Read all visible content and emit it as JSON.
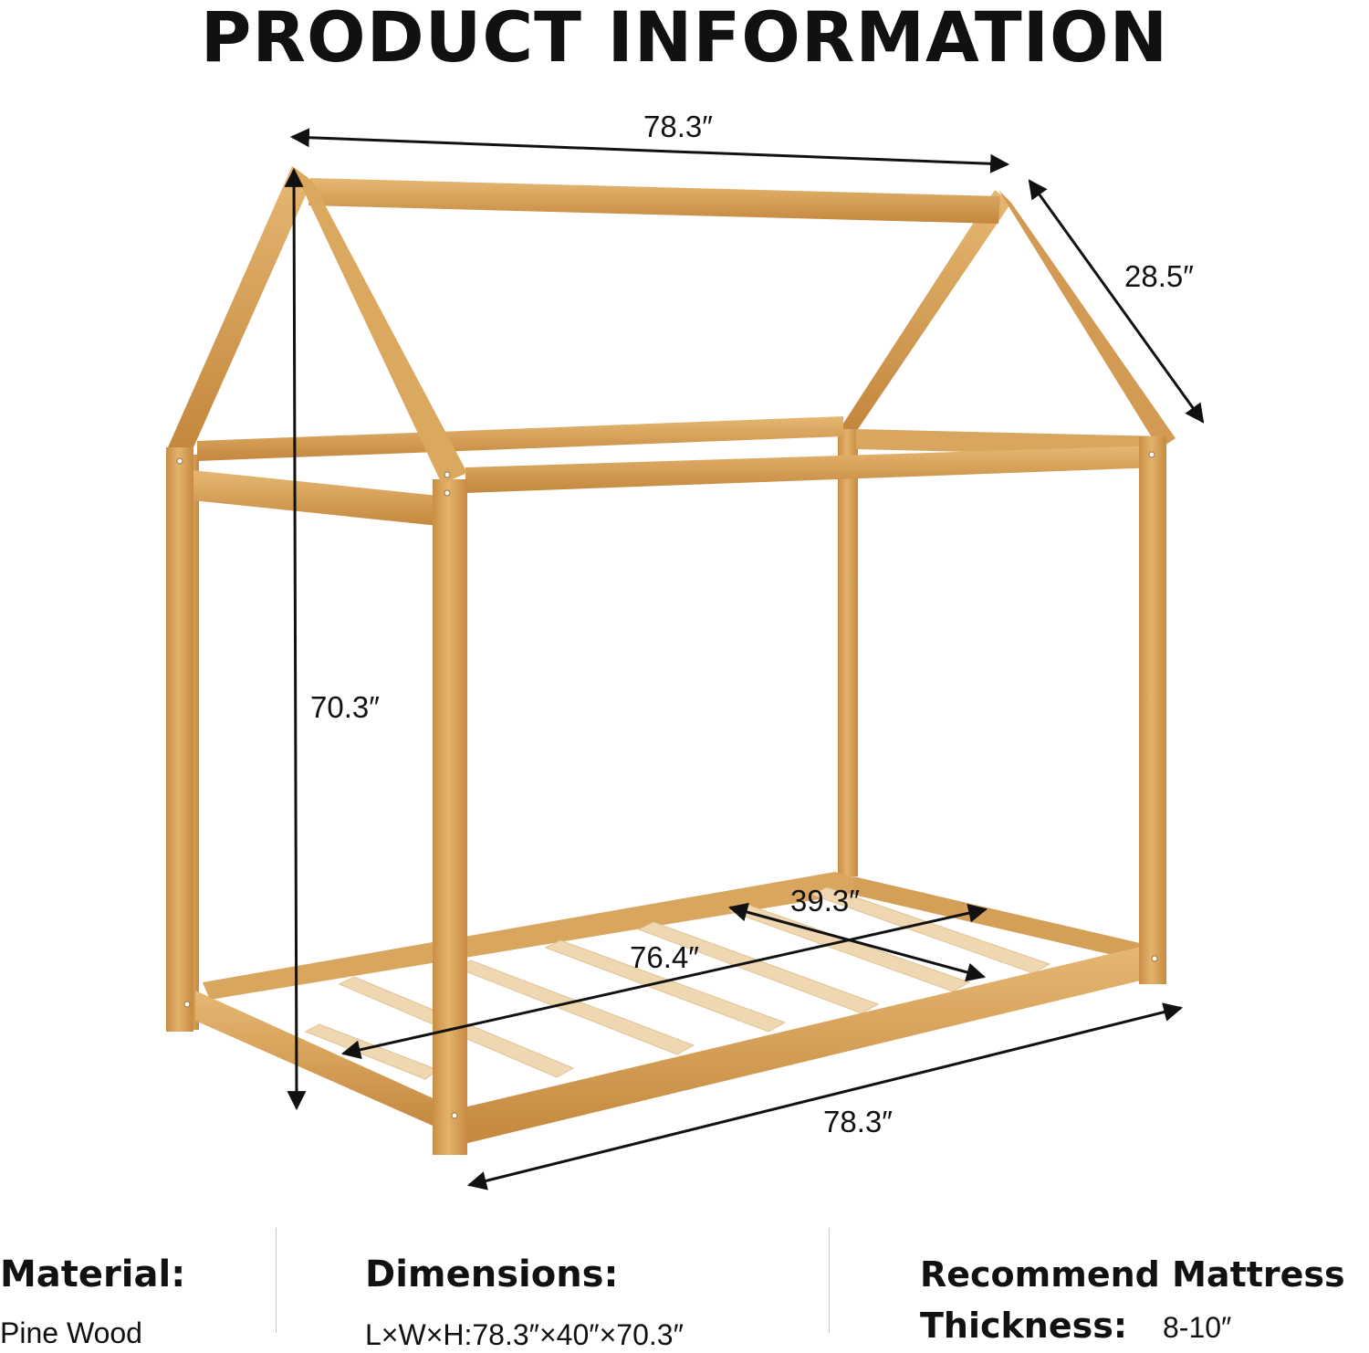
{
  "header": {
    "title": "PRODUCT INFORMATION"
  },
  "dimensions_figure": {
    "top_length": "78.3″",
    "depth": "28.5″",
    "height": "70.3″",
    "slat_width": "39.3″",
    "inner_length": "76.4″",
    "bottom_length": "78.3″"
  },
  "specs": {
    "material": {
      "label": "Material:",
      "value": "Pine Wood"
    },
    "dimensions": {
      "label": "Dimensions:",
      "value": "L×W×H:78.3″×40″×70.3″"
    },
    "mattress": {
      "label_line1": "Recommend Mattress",
      "label_line2": "Thickness:",
      "value": "8-10″"
    }
  },
  "colors": {
    "wood": "#d9a45a",
    "wood_dark": "#b9833c",
    "slat": "#efd7b2",
    "text": "#111111"
  }
}
